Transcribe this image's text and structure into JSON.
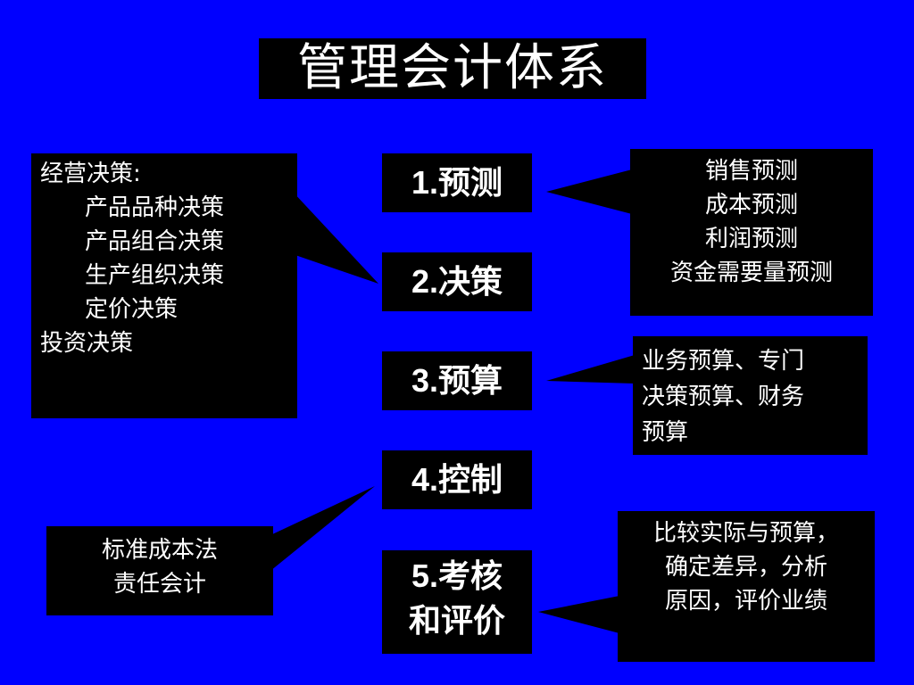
{
  "title": "管理会计体系",
  "steps": [
    {
      "num": "1.",
      "label": "预测"
    },
    {
      "num": "2.",
      "label": "决策"
    },
    {
      "num": "3.",
      "label": "预算"
    },
    {
      "num": "4.",
      "label": "控制"
    },
    {
      "num": "5.",
      "label_line1": "考核",
      "label_line2": "和评价"
    }
  ],
  "notes": {
    "decision": {
      "heading": "经营决策:",
      "items": [
        "产品品种决策",
        "产品组合决策",
        "生产组织决策",
        "定价决策"
      ],
      "footer": "投资决策"
    },
    "forecast": [
      "销售预测",
      "成本预测",
      "利润预测",
      "资金需要量预测"
    ],
    "budget": [
      "业务预算、专门",
      "决策预算、财务",
      "预算"
    ],
    "control": [
      "标准成本法",
      "责任会计"
    ],
    "evaluation": [
      "比较实际与预算，",
      "确定差异，分析",
      "原因，评价业绩"
    ]
  },
  "colors": {
    "background": "#0000ff",
    "box": "#000000",
    "text": "#ffffff"
  }
}
